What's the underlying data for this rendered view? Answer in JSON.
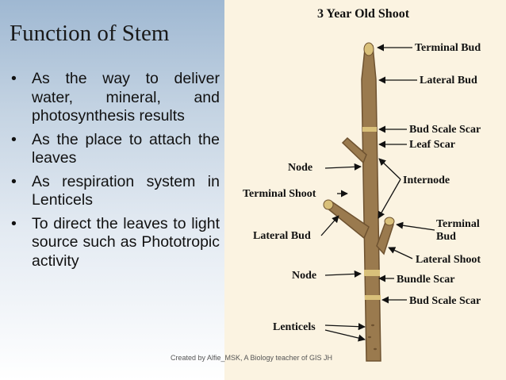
{
  "slide": {
    "title": "Function of Stem",
    "bullets": [
      "As the way to deliver water, mineral, and photosynthesis results",
      "As the place to attach the leaves",
      "As respiration system in Lenticels",
      "To direct the leaves to light source such as Phototropic activity"
    ],
    "bullet_symbol": "•",
    "footer": "Created by Alfie_MSK, A Biology teacher of GIS JH"
  },
  "diagram": {
    "title": "3 Year Old Shoot",
    "labels": {
      "terminal_bud_top": "Terminal Bud",
      "lateral_bud_top": "Lateral Bud",
      "bud_scale_scar_top": "Bud Scale Scar",
      "leaf_scar": "Leaf Scar",
      "node_top": "Node",
      "internode": "Internode",
      "terminal_shoot": "Terminal Shoot",
      "terminal_bud_right_1": "Terminal",
      "terminal_bud_right_2": "Bud",
      "lateral_bud_left": "Lateral Bud",
      "lateral_shoot": "Lateral Shoot",
      "node_bottom": "Node",
      "bundle_scar": "Bundle Scar",
      "bud_scale_scar_bottom": "Bud Scale Scar",
      "lenticels": "Lenticels"
    },
    "colors": {
      "stem": "#9a7a4e",
      "stem_dark": "#6e5230",
      "bud": "#d9c07a",
      "arrow": "#111111",
      "background": "#fbf3e1"
    }
  }
}
